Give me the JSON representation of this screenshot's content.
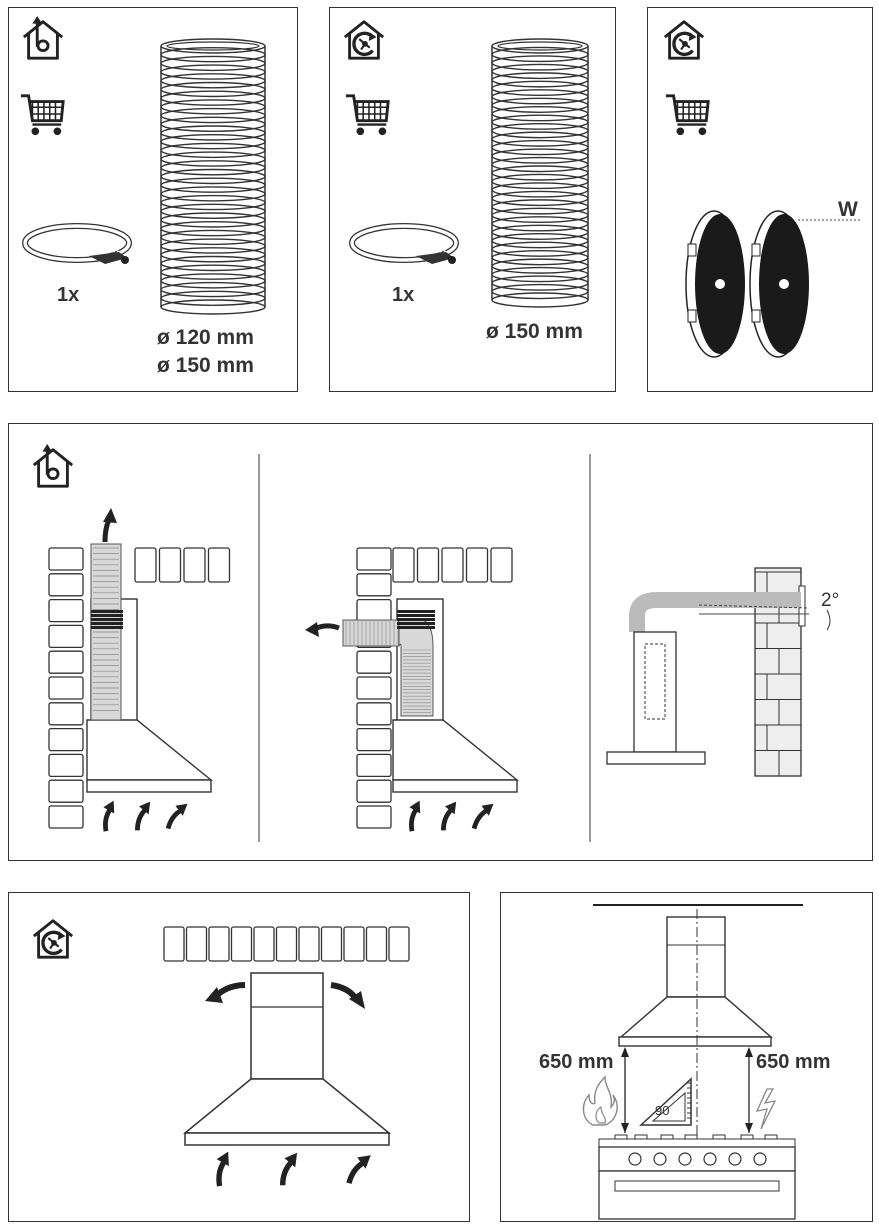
{
  "panel1": {
    "quantity": "1x",
    "diameter_1": "ø 120 mm",
    "diameter_2": "ø 150 mm"
  },
  "panel2": {
    "quantity": "1x",
    "diameter": "ø 150 mm"
  },
  "panel3": {
    "width_label": "W"
  },
  "panel4": {
    "angle": "2°"
  },
  "panel6": {
    "height_left": "650 mm",
    "height_right": "650 mm",
    "angle_mark": "90"
  },
  "icons": {
    "duct_out": "house-extraction-icon",
    "recirc": "house-recirculation-icon",
    "cart": "shopping-cart-icon",
    "clamp": "hose-clamp-icon",
    "flame": "flame-icon",
    "lightning": "lightning-icon"
  }
}
